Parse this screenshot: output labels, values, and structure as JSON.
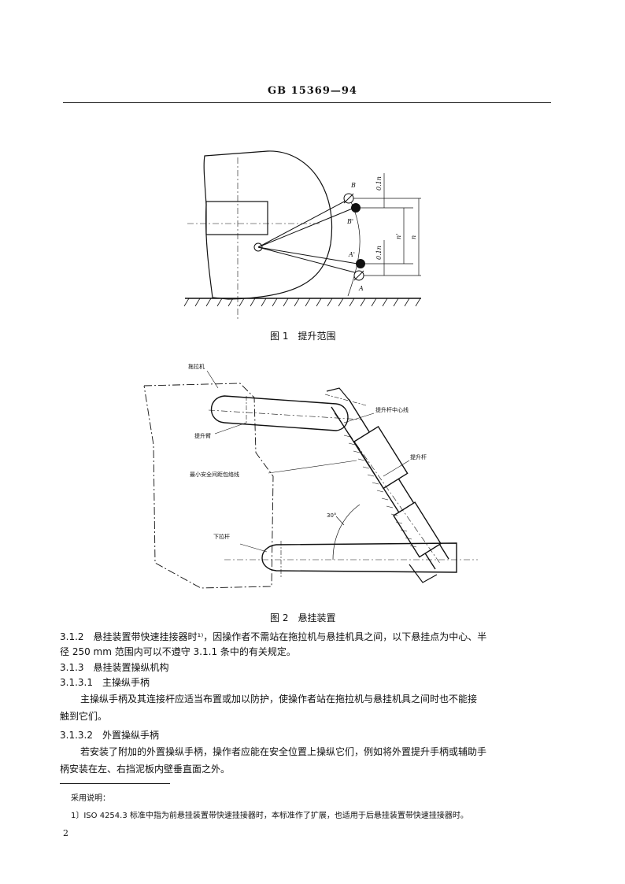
{
  "header": {
    "standard_no": "GB 15369—94"
  },
  "figure1": {
    "caption": "图 1　提升范围",
    "labels": {
      "B": "B",
      "B_prime": "B'",
      "A": "A",
      "A_prime": "A'",
      "dim_top": "0.1n",
      "dim_bottom": "0.1n",
      "n_prime": "n'",
      "n": "n"
    }
  },
  "figure2": {
    "caption": "图 2　悬挂装置",
    "labels": {
      "tractor": "拖拉机",
      "lift_arm": "提升臂",
      "lift_rod_centerline": "提升杆中心线",
      "lift_rod": "提升杆",
      "min_clearance": "最小安全间距包络线",
      "lower_link": "下拉杆",
      "angle": "30°"
    }
  },
  "sections": {
    "s312_line1": "3.1.2　悬挂装置带快速挂接器时¹⁾，因操作者不需站在拖拉机与悬挂机具之间，以下悬挂点为中心、半",
    "s312_line2": "径 250 mm 范围内可以不遵守 3.1.1 条中的有关规定。",
    "s313": "3.1.3　悬挂装置操纵机构",
    "s3131_title": "3.1.3.1　主操纵手柄",
    "s3131_line1": "主操纵手柄及其连接杆应适当布置或加以防护，使操作者站在拖拉机与悬挂机具之间时也不能接",
    "s3131_line2": "触到它们。",
    "s3132_title": "3.1.3.2　外置操纵手柄",
    "s3132_line1": "若安装了附加的外置操纵手柄，操作者应能在安全位置上操纵它们，例如将外置提升手柄或辅助手",
    "s3132_line2": "柄安装在左、右挡泥板内壁垂直面之外。"
  },
  "footnote": {
    "title": "采用说明：",
    "note1": "1〕ISO 4254.3 标准中指为前悬挂装置带快速挂接器时，本标准作了扩展，也适用于后悬挂装置带快速挂接器时。"
  },
  "page_number": "2"
}
